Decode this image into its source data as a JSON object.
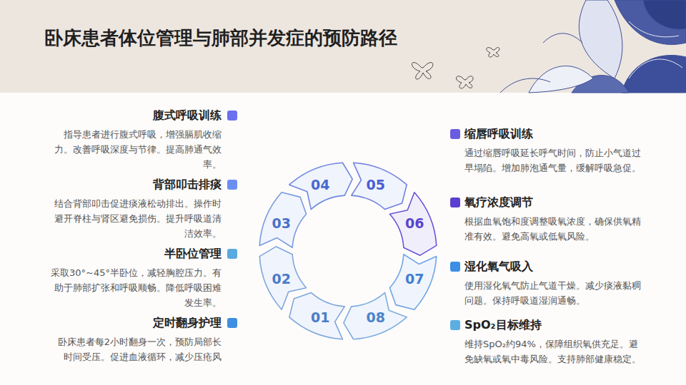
{
  "diagram": {
    "title": "卧床患者体位管理与肺部并发症的预防路径",
    "nodes": [
      {
        "text": [
          "01"
        ]
      },
      {
        "text": [
          "02"
        ]
      },
      {
        "text": [
          "03"
        ]
      },
      {
        "text": [
          "04"
        ]
      },
      {
        "text": [
          "05"
        ]
      },
      {
        "text": [
          "06"
        ]
      },
      {
        "text": [
          "07"
        ]
      },
      {
        "text": [
          "08"
        ]
      }
    ],
    "labels": [
      "腹式呼吸训练",
      "指导患者进行腹式呼吸，增强膈肌收缩力。改善呼吸深度与节律。提高肺通气效率。",
      "背部叩击排痰",
      "结合背部叩击促进痰液松动排出。操作时避开脊柱与肾区避免损伤。提升呼吸道清洁效率。",
      "半卧位管理",
      "采取30°~45°半卧位，减轻胸腔压力。有助于肺部扩张和呼吸顺畅。降低呼吸困难发生率。",
      "定时翻身护理",
      "卧床患者每2小时翻身一次，预防局部长时间受压。促进血液循环，减少压疮风",
      "缩唇呼吸训练",
      "通过缩唇呼吸延长呼气时间，防止小气道过早塌陷。增加肺泡通气量，缓解呼吸急促。",
      "氧疗浓度调节",
      "根据血氧饱和度调整吸氧浓度，确保供氧精准有效。避免高氧或低氧风险。",
      "湿化氧气吸入",
      "使用湿化氧气防止气道干燥。减少痰液黏稠问题。保持呼吸道湿润通畅。",
      "SpO₂目标维持",
      "维持SpO₂约94%，保障组织氧供充足。避免缺氧或氧中毒风险。支持肺部健康稳定。"
    ]
  }
}
